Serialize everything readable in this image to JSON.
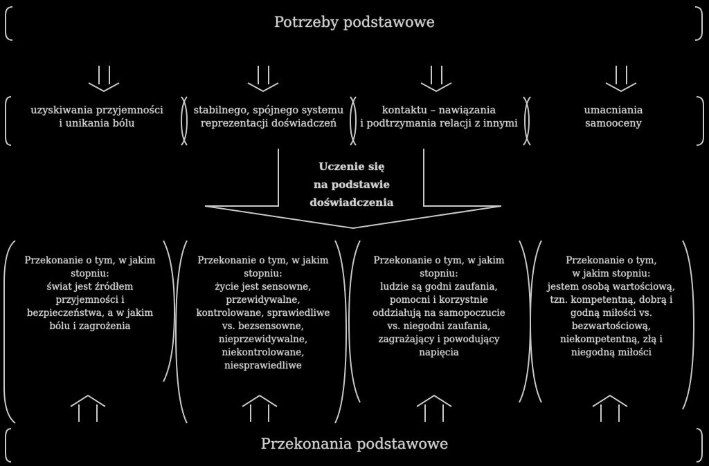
{
  "top_title": "Potrzeby podstawowe",
  "bottom_title": "Przekonania podstawowe",
  "needs": [
    {
      "line1": "uzyskiwania przyjemności",
      "line2": "i unikania bólu"
    },
    {
      "line1": "stabilnego, spójnego systemu",
      "line2": "reprezentacji doświadczeń"
    },
    {
      "line1": "kontaktu – nawiązania",
      "line2": "i podtrzymania relacji z innymi"
    },
    {
      "line1": "umacniania",
      "line2": "samooceny"
    }
  ],
  "learning": {
    "line1": "Uczenie się",
    "line2": "na podstawie",
    "line3": "doświadczenia"
  },
  "beliefs": [
    {
      "lines": [
        "Przekonanie o tym, w jakim",
        "stopniu:",
        "świat jest źródłem",
        "przyjemności i",
        "bezpieczeństwa, a w jakim",
        "bólu i zagrożenia"
      ]
    },
    {
      "lines": [
        "Przekonanie o tym, w jakim",
        "stopniu:",
        "życie jest sensowne,",
        "przewidywalne,",
        "kontrolowane, sprawiedliwe",
        "vs. bezsensowne,",
        "nieprzewidywalne,",
        "niekontrolowane,",
        "niesprawiedliwe"
      ]
    },
    {
      "lines": [
        "Przekonanie o tym, w jakim",
        "stopniu:",
        "ludzie są godni zaufania,",
        "pomocni i korzystnie",
        "oddziałują na samopoczucie",
        "vs. niegodni zaufania,",
        "zagrażający i powodujący",
        "napięcia"
      ]
    },
    {
      "lines": [
        "Przekonanie o tym,",
        "w jakim stopniu:",
        "jestem osobą wartościową,",
        "tzn. kompetentną, dobrą i",
        "godną miłości vs.",
        "bezwartościową,",
        "niekompetentną, złą i",
        "niegodną miłości"
      ]
    }
  ]
}
